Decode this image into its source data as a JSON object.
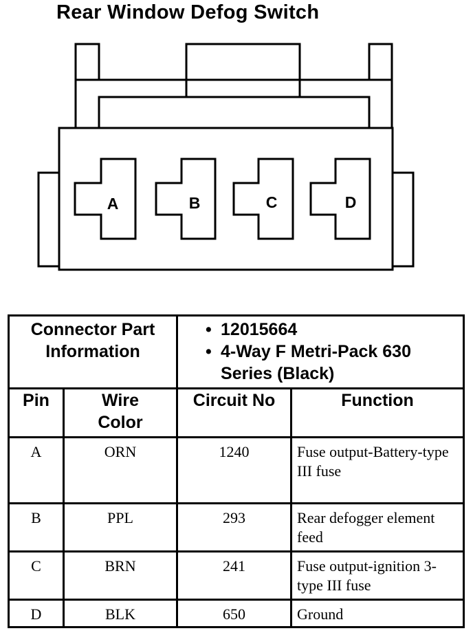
{
  "title": "Rear Window Defog Switch",
  "connector": {
    "pins": [
      "A",
      "B",
      "C",
      "D"
    ]
  },
  "part_info": {
    "label": "Connector Part Information",
    "items": [
      "12015664",
      "4-Way F Metri-Pack 630 Series (Black)"
    ]
  },
  "columns": {
    "pin": "Pin",
    "wire_color": "Wire Color",
    "circuit": "Circuit No",
    "function": "Function"
  },
  "rows": [
    {
      "pin": "A",
      "color": "ORN",
      "circuit": "1240",
      "function": "Fuse output-Battery-type III fuse"
    },
    {
      "pin": "B",
      "color": "PPL",
      "circuit": "293",
      "function": "Rear defogger element feed"
    },
    {
      "pin": "C",
      "color": "BRN",
      "circuit": "241",
      "function": "Fuse output-ignition 3-type III fuse"
    },
    {
      "pin": "D",
      "color": "BLK",
      "circuit": "650",
      "function": "Ground"
    }
  ]
}
